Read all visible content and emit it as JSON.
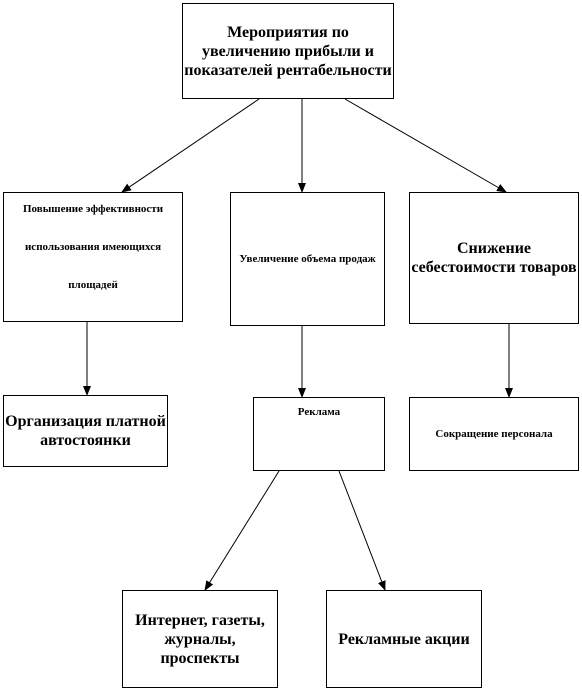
{
  "diagram": {
    "nodes": {
      "root": {
        "text": "Мероприятия по увеличению прибыли и показателей рентабельности"
      },
      "efficiency": {
        "text": "Повышение эффективности использования имеющихся площадей"
      },
      "sales": {
        "text": "Увеличение объема продаж"
      },
      "cost": {
        "text": "Снижение себестоимости товаров"
      },
      "parking": {
        "text": "Организация платной автостоянки"
      },
      "advertising": {
        "text": "Реклама"
      },
      "staff": {
        "text": "Сокращение персонала"
      },
      "media": {
        "text": "Интернет, газеты, журналы, проспекты"
      },
      "promo": {
        "text": "Рекламные акции"
      }
    },
    "edges": [
      [
        "root",
        "efficiency"
      ],
      [
        "root",
        "sales"
      ],
      [
        "root",
        "cost"
      ],
      [
        "efficiency",
        "parking"
      ],
      [
        "sales",
        "advertising"
      ],
      [
        "cost",
        "staff"
      ],
      [
        "advertising",
        "media"
      ],
      [
        "advertising",
        "promo"
      ]
    ]
  }
}
